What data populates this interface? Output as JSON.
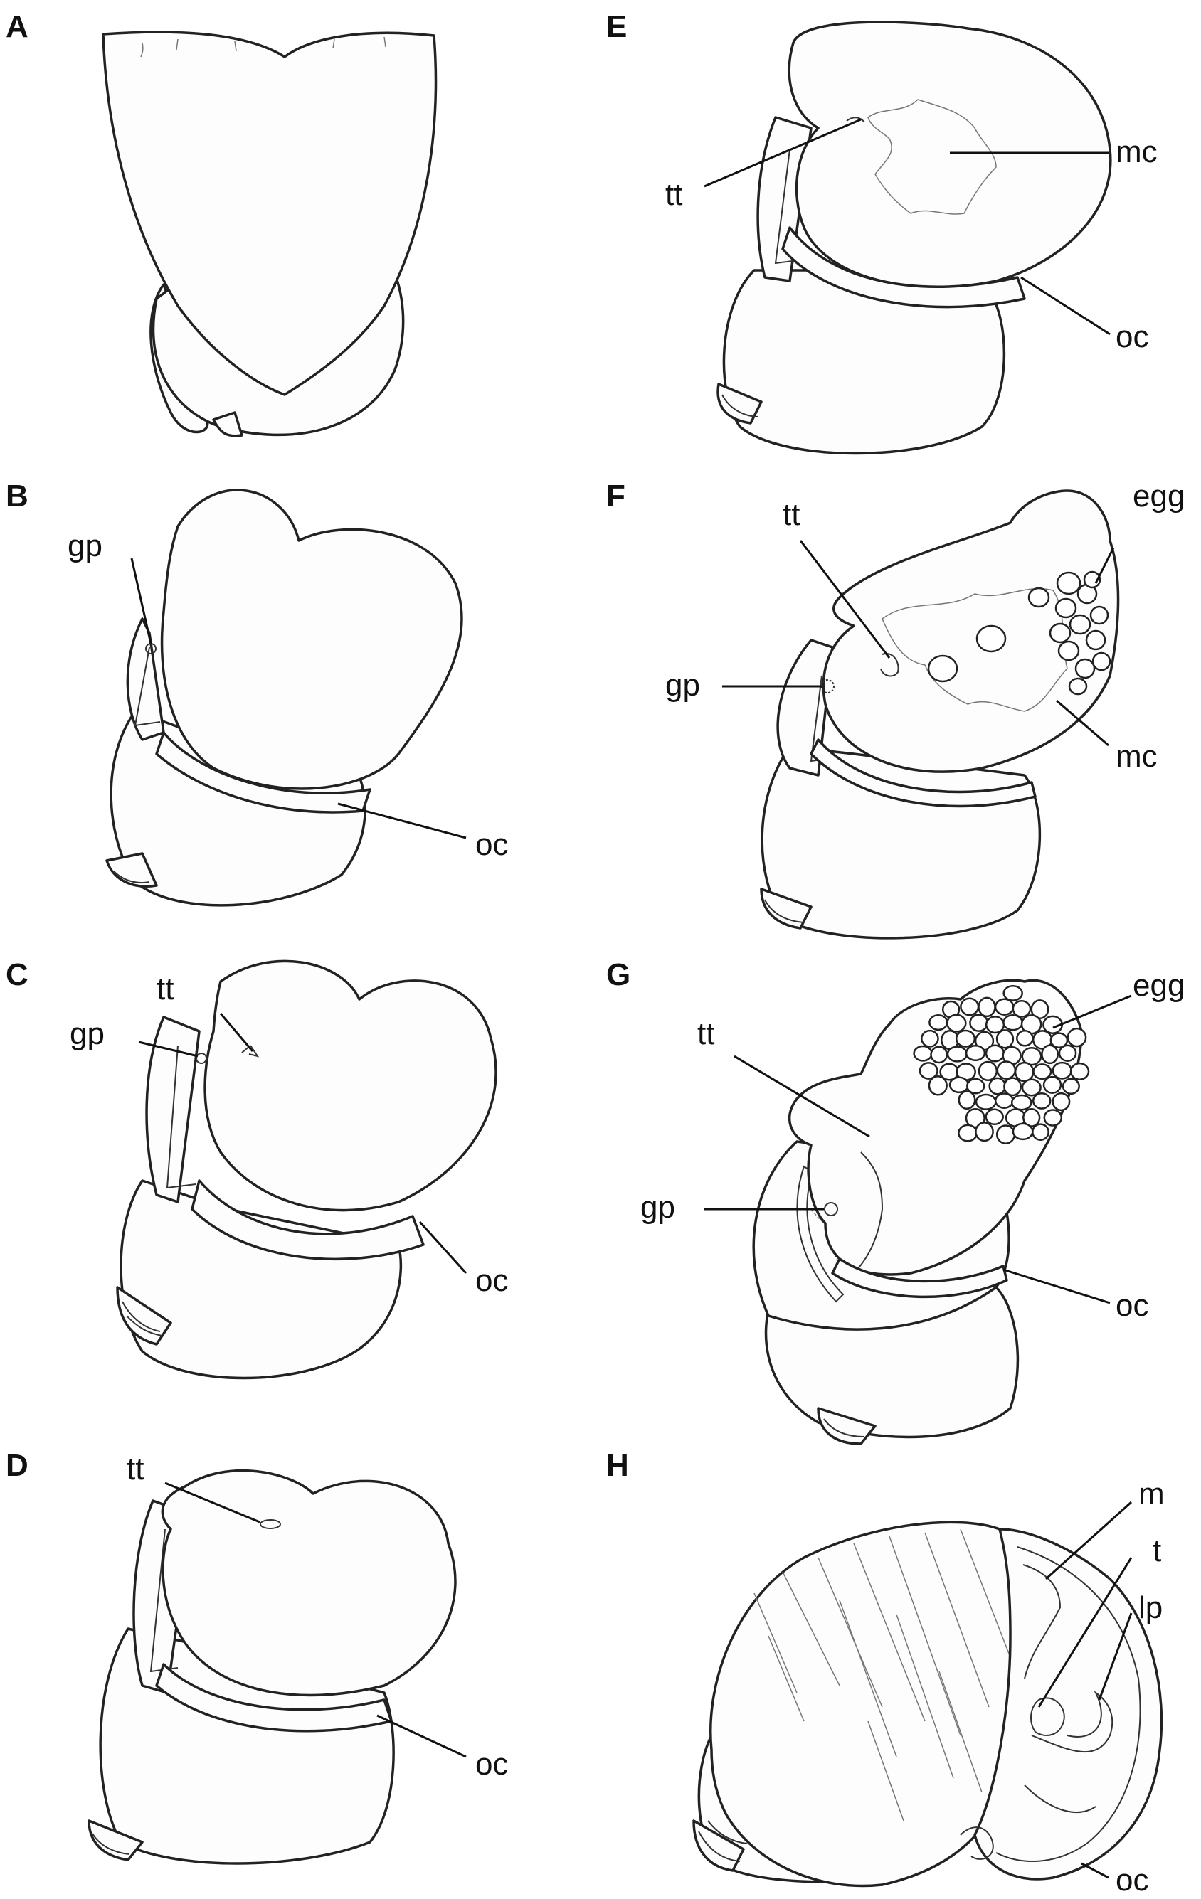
{
  "figure": {
    "panels": {
      "A": {
        "letter": "A"
      },
      "B": {
        "letter": "B",
        "labels": {
          "gp": "gp",
          "oc": "oc"
        }
      },
      "C": {
        "letter": "C",
        "labels": {
          "tt": "tt",
          "gp": "gp",
          "oc": "oc"
        }
      },
      "D": {
        "letter": "D",
        "labels": {
          "tt": "tt",
          "oc": "oc"
        }
      },
      "E": {
        "letter": "E",
        "labels": {
          "tt": "tt",
          "mc": "mc",
          "oc": "oc"
        }
      },
      "F": {
        "letter": "F",
        "labels": {
          "tt": "tt",
          "egg": "egg",
          "gp": "gp",
          "mc": "mc"
        }
      },
      "G": {
        "letter": "G",
        "labels": {
          "egg": "egg",
          "tt": "tt",
          "gp": "gp",
          "oc": "oc"
        }
      },
      "H": {
        "letter": "H",
        "labels": {
          "m": "m",
          "t": "t",
          "lp": "lp",
          "oc": "oc"
        }
      }
    }
  }
}
